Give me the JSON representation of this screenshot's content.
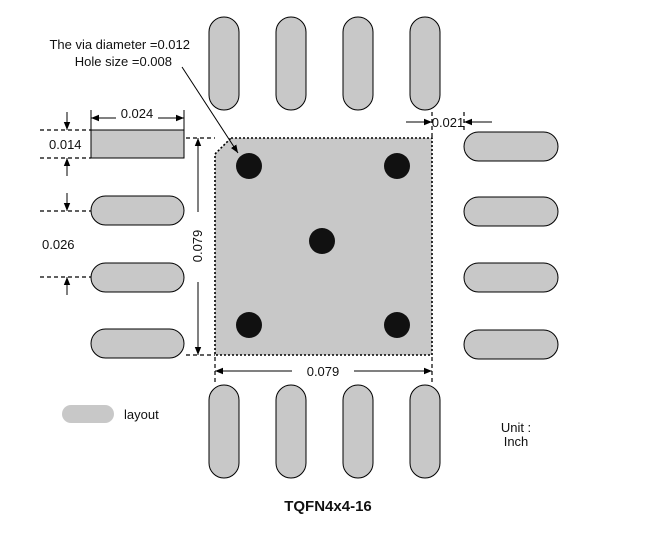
{
  "notes": {
    "via_diameter": "The via diameter =0.012",
    "hole_size": "Hole size =0.008"
  },
  "dimensions": {
    "pad_length": "0.024",
    "pad_width": "0.014",
    "pitch": "0.026",
    "exposed_pad_height": "0.079",
    "exposed_pad_width": "0.079",
    "pad_gap": "0.021"
  },
  "legend": {
    "label": "layout"
  },
  "unit": {
    "line1": "Unit :",
    "line2": "Inch"
  },
  "package_name": "TQFN4x4-16",
  "colors": {
    "pad_fill": "#c8c8c8",
    "via": "#111111",
    "exposed_pad": "#c8c8c8"
  }
}
